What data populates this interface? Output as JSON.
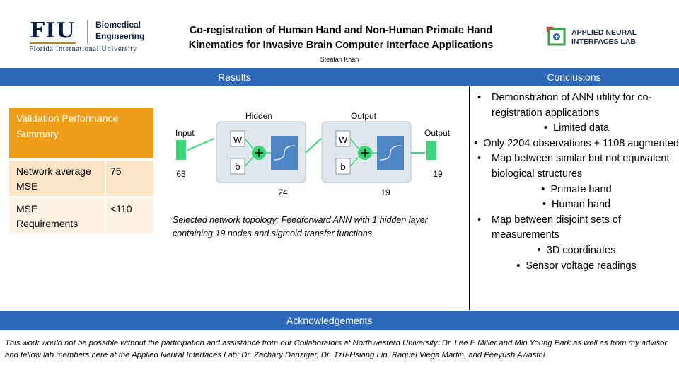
{
  "header": {
    "logo_left": {
      "mark": "FIU",
      "dept_line1": "Biomedical",
      "dept_line2": "Engineering",
      "university": "Florida International University"
    },
    "title_line1": "Co-registration of Human Hand and Non-Human Primate Hand",
    "title_line2": "Kinematics for Invasive Brain Computer Interface Applications",
    "author": "Steafan Khan",
    "logo_right": {
      "line1": "APPLIED NEURAL",
      "line2": "INTERFACES LAB"
    }
  },
  "sections": {
    "results": "Results",
    "conclusions": "Conclusions",
    "acknowledgements": "Acknowledgements"
  },
  "validation": {
    "title": "Validation Performance Summary",
    "rows": [
      {
        "label": "Network average MSE",
        "value": "75"
      },
      {
        "label": "MSE Requirements",
        "value": "<110"
      }
    ]
  },
  "network": {
    "hidden_label": "Hidden",
    "output_label": "Output",
    "input_label": "Input",
    "output_right_label": "Output",
    "input_count": "63",
    "hidden_count": "24",
    "output_count": "19",
    "output_right_count": "19",
    "w": "W",
    "b": "b"
  },
  "caption": "Selected network topology: Feedforward ANN with 1 hidden layer containing 19 nodes and sigmoid transfer functions",
  "conclusions": {
    "items": [
      {
        "level": 1,
        "text": "Demonstration of ANN utility for co-registration applications"
      },
      {
        "level": 2,
        "text": "Limited data"
      },
      {
        "level": 2,
        "text": "Only 2204 observations + 1108 augmented"
      },
      {
        "level": 1,
        "text": "Map between similar but not equivalent biological structures"
      },
      {
        "level": 2,
        "text": "Primate hand"
      },
      {
        "level": 2,
        "text": "Human hand"
      },
      {
        "level": 1,
        "text": "Map between disjoint sets of measurements"
      },
      {
        "level": 2,
        "text": "3D coordinates"
      },
      {
        "level": 2,
        "text": "Sensor voltage readings"
      }
    ],
    "bullet": "•"
  },
  "acknowledgements_text": "This work would not be possible without the participation and assistance from our Collaborators at Northwestern University: Dr. Lee E Miller and Min Young Park as well as from my advisor and fellow lab members here at the Applied Neural Interfaces Lab: Dr. Zachary Danziger, Dr. Tzu-Hsiang Lin, Raquel Viega Martin, and Peeyush Awasthi",
  "colors": {
    "bar_blue": "#2e68b8",
    "orange_header": "#ef9e1a",
    "fiu_navy": "#081e3f",
    "fiu_gold": "#b6862c",
    "node_green": "#3cd67a"
  }
}
